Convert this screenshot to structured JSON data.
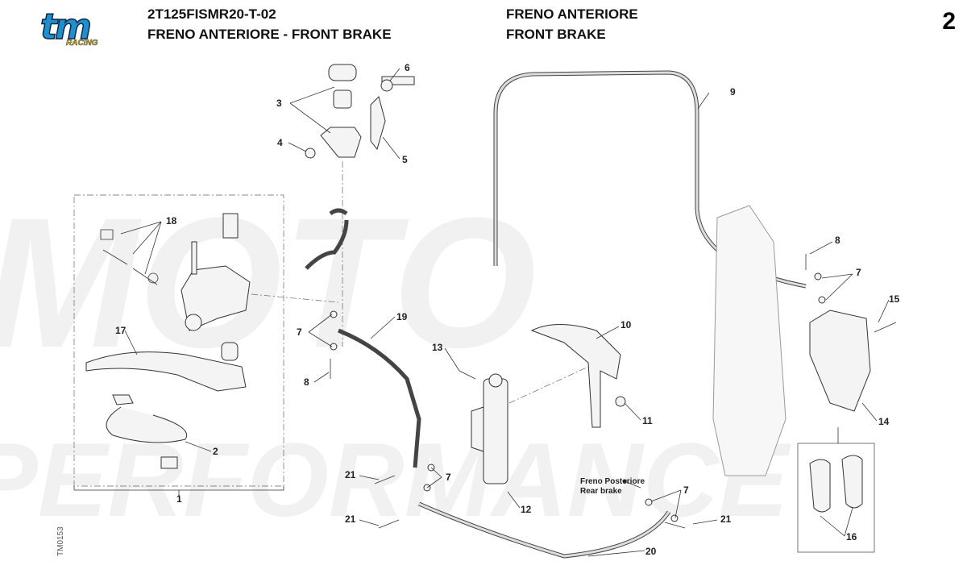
{
  "header": {
    "code": "2T125FISMR20-T-02",
    "title": "FRENO ANTERIORE - FRONT BRAKE",
    "title_it": "FRENO ANTERIORE",
    "title_en": "FRONT BRAKE",
    "page": "2"
  },
  "logo": {
    "text": "tm",
    "sub": "RACING",
    "colors": {
      "primary": "#1e8fd0",
      "secondary": "#e8c320"
    }
  },
  "watermark": {
    "line1": "MOTO",
    "line2": "PERFORMANCE"
  },
  "side_code": "TM0153",
  "note": {
    "it": "Freno Posteriore",
    "en": "Rear brake"
  },
  "callouts": [
    "6",
    "3",
    "4",
    "5",
    "9",
    "18",
    "8",
    "7",
    "15",
    "17",
    "10",
    "19",
    "7",
    "13",
    "8",
    "11",
    "14",
    "2",
    "21",
    "7",
    "12",
    "1",
    "21",
    "7",
    "21",
    "16",
    "20"
  ]
}
